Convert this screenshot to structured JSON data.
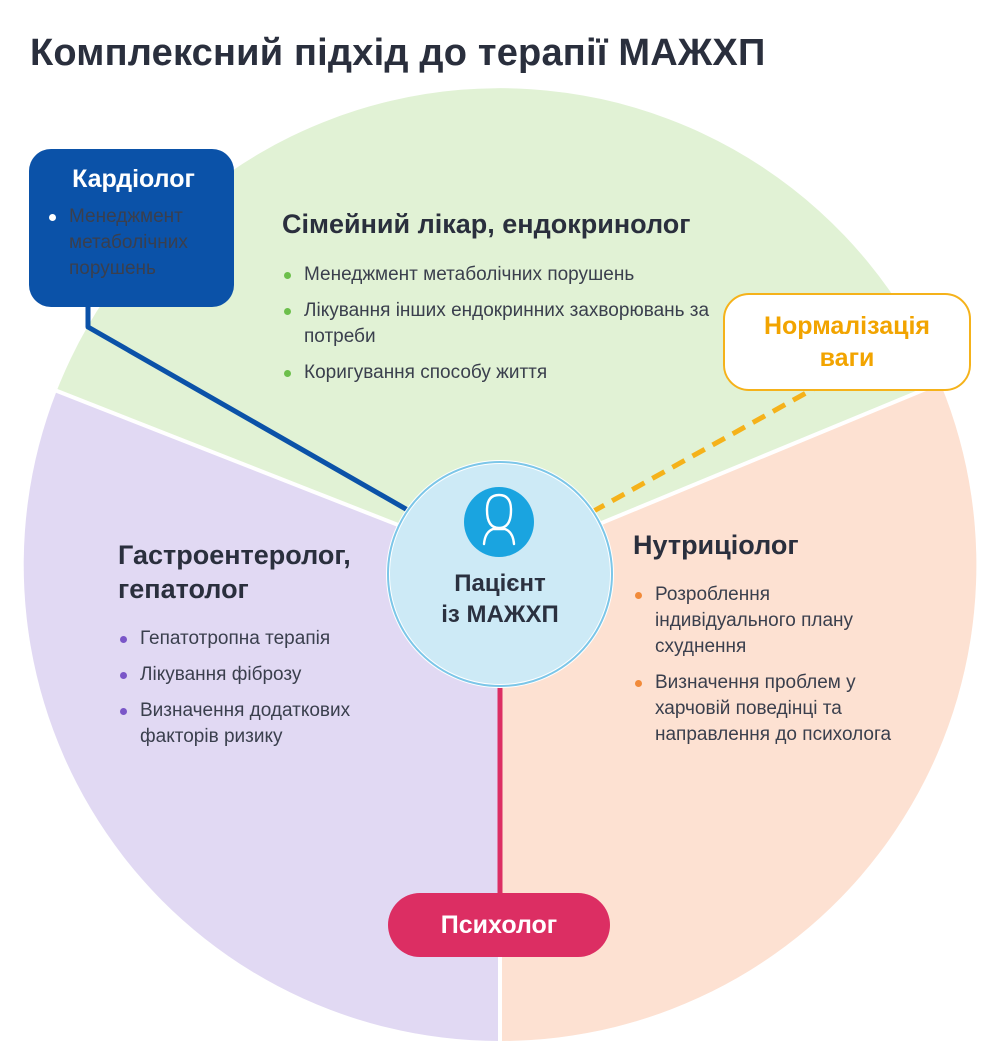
{
  "title": "Комплексний підхід до терапії МАЖХП",
  "center": {
    "line1": "Пацієнт",
    "line2": "із МАЖХП",
    "icon": "person-icon"
  },
  "family_doctor": {
    "title": "Сімейний лікар, ендокринолог",
    "items": [
      "Менеджмент метаболічних порушень",
      "Лікування інших ендокринних захворювань за потреби",
      "Коригування способу життя"
    ]
  },
  "cardiologist": {
    "title": "Кардіолог",
    "items": [
      "Менеджмент метаболічних порушень"
    ]
  },
  "gastroenterologist": {
    "title": "Гастроентеролог, гепатолог",
    "items": [
      "Гепатотропна терапія",
      "Лікування фіброзу",
      "Визначення додаткових факторів ризику"
    ]
  },
  "nutritionist": {
    "title": "Нутриціолог",
    "items": [
      "Розроблення індивідуального плану схуднення",
      "Визначення проблем у харчовій поведінці та направлення до психолога"
    ]
  },
  "weight_normalization": {
    "label": "Нормалізація ваги"
  },
  "psychologist": {
    "label": "Психолог"
  },
  "colors": {
    "green_sector": "#e1f2d5",
    "purple_sector": "#e1d9f3",
    "peach_sector": "#fde1d2",
    "center_circle": "#cdeaf6",
    "blue": "#0b52a8",
    "orange": "#f5b21a",
    "pink": "#dc2e63",
    "cyan": "#1aa4e0"
  }
}
